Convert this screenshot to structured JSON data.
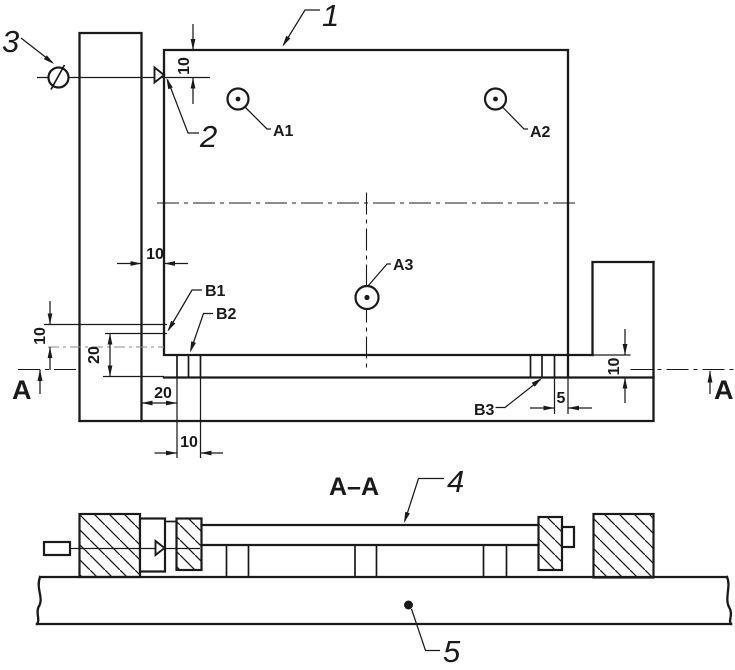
{
  "colors": {
    "ink": "#1a1a1a",
    "paper": "#ffffff",
    "faint_line": "#8a8a8a"
  },
  "plan": {
    "part_labels": {
      "plate": "1",
      "locating_pointer": "2",
      "indicator": "3"
    },
    "points": {
      "a1": "A1",
      "a2": "A2",
      "a3": "A3",
      "b1": "B1",
      "b2": "B2",
      "b3": "B3"
    },
    "dims": {
      "top_edge_offset": "10",
      "column_gap": "10",
      "left_upper": "10",
      "left_lower": "20",
      "bottom_outer": "20",
      "bottom_inner": "10",
      "rail_width": "10",
      "end_gap": "5"
    },
    "section_marker": "A"
  },
  "section": {
    "title": "A–A",
    "part_labels": {
      "bar": "4",
      "base": "5"
    }
  }
}
